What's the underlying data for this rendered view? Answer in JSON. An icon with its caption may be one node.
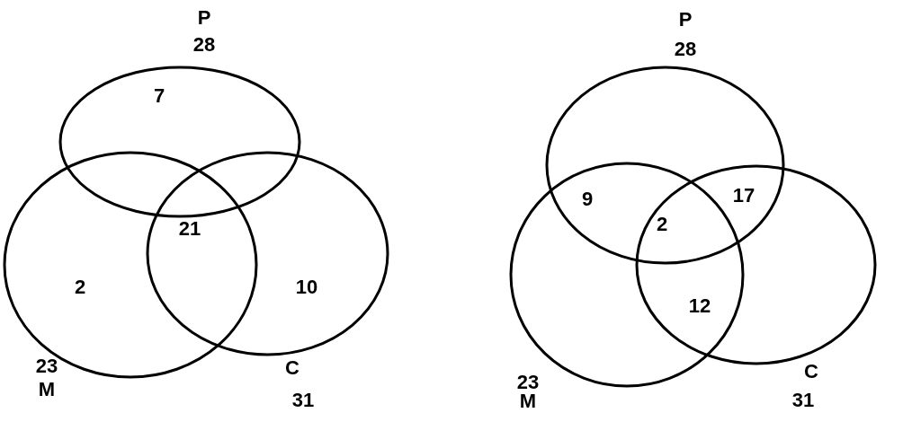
{
  "diagram": {
    "nodes": [
      {
        "text": [],
        "shape": "ellipse",
        "beside": [
          "P",
          "28"
        ]
      },
      {
        "text": [],
        "shape": "ellipse",
        "beside": [
          "23",
          "M"
        ]
      },
      {
        "text": [],
        "shape": "ellipse",
        "beside": [
          "C",
          "31"
        ]
      },
      {
        "text": [],
        "shape": "ellipse",
        "beside": [
          "P",
          "28"
        ]
      },
      {
        "text": [],
        "shape": "ellipse",
        "beside": [
          "23",
          "M"
        ]
      },
      {
        "text": [],
        "shape": "ellipse",
        "beside": [
          "C",
          "31"
        ]
      }
    ],
    "edges": [],
    "labels": [
      "7",
      "21",
      "2",
      "10",
      "9",
      "17",
      "2",
      "12"
    ]
  }
}
